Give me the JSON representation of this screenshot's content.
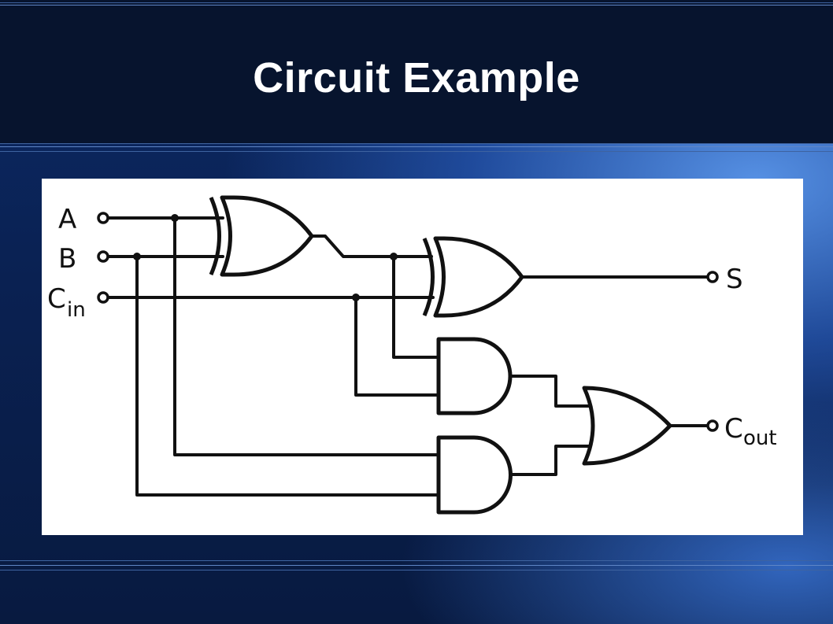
{
  "slide": {
    "title": "Circuit Example"
  },
  "circuit": {
    "inputs": {
      "a": "A",
      "b": "B",
      "c_main": "C",
      "c_sub": "in"
    },
    "outputs": {
      "sum": "S",
      "carry_main": "C",
      "carry_sub": "out"
    },
    "colors": {
      "wire": "#111111",
      "panel": "#ffffff"
    }
  }
}
